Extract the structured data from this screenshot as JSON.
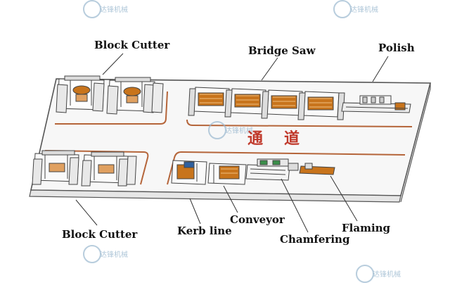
{
  "labels": {
    "block_cutter_top": "Block Cutter",
    "bridge_saw": "Bridge Saw",
    "polish": "Polish",
    "block_cutter_bottom": "Block Cutter",
    "kerb_line": "Kerb line",
    "conveyor": "Conveyor",
    "chamfering": "Chamfering",
    "flaming": "Flaming",
    "aisle_cn": "通道"
  },
  "watermark": {
    "text": "达锋机械"
  },
  "colors": {
    "floor_line": "#555555",
    "zone_outline": "#b5653a",
    "aisle_text": "#c0392b",
    "machine_stroke": "#444444",
    "wood": "#c8741c"
  }
}
